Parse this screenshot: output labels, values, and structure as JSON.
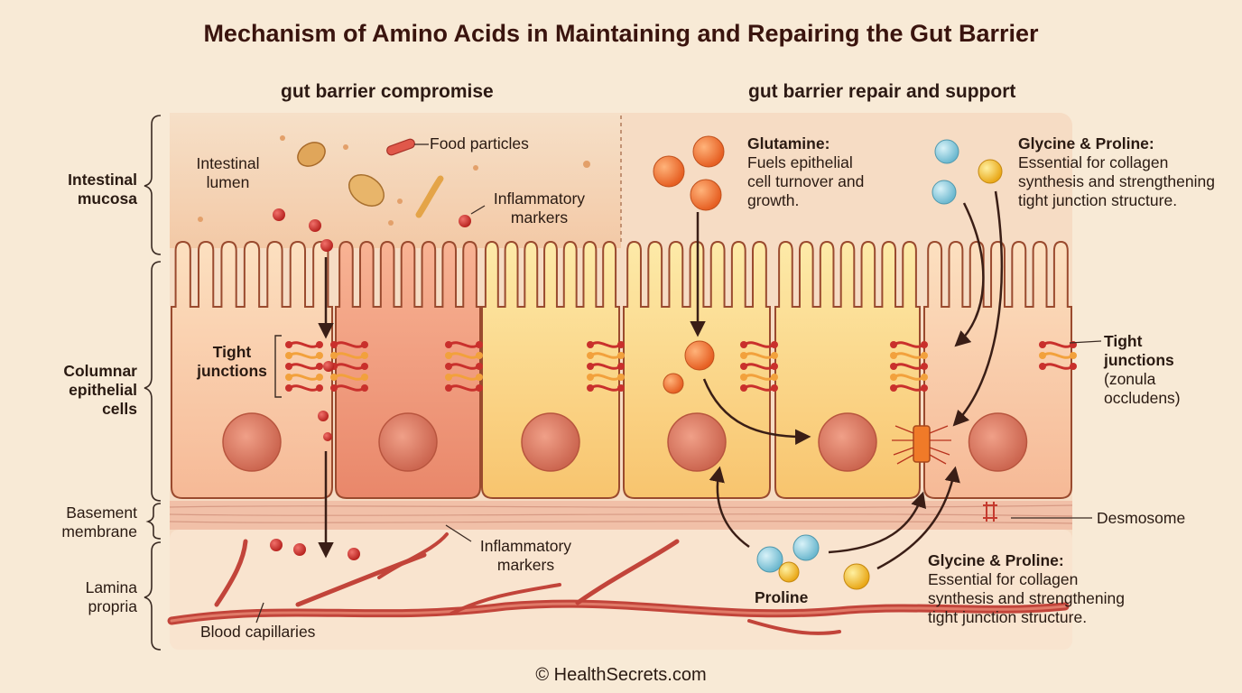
{
  "title": "Mechanism of Amino Acids in Maintaining and Repairing the Gut Barrier",
  "left_heading": "gut barrier compromise",
  "right_heading": "gut barrier repair and support",
  "layers": {
    "mucosa": [
      "Intestinal",
      "mucosa"
    ],
    "epithelial": [
      "Columnar",
      "epithelial",
      "cells"
    ],
    "basement": [
      "Basement",
      "membrane"
    ],
    "lamina": [
      "Lamina",
      "propria"
    ]
  },
  "labels": {
    "lumen": [
      "Intestinal",
      "lumen"
    ],
    "food": "Food particles",
    "inflammatory_top": [
      "Inflammatory",
      "markers"
    ],
    "tight_left": [
      "Tight",
      "junctions"
    ],
    "inflammatory_bottom": [
      "Inflammatory",
      "markers"
    ],
    "capillaries": "Blood capillaries",
    "tight_right": [
      "Tight",
      "junctions",
      "(zonula",
      "occludens)"
    ],
    "desmosome": "Desmosome",
    "proline": "Proline"
  },
  "glutamine": {
    "name": "Glutamine:",
    "text": [
      "Fuels epithelial",
      "cell turnover and",
      "growth."
    ]
  },
  "glycine_top": {
    "name": "Glycine & Proline:",
    "text": [
      "Essential for collagen",
      "synthesis and strengthening",
      "tight junction structure."
    ]
  },
  "glycine_bottom": {
    "name": "Glycine & Proline:",
    "text": [
      "Essential for collagen",
      "synthesis and strengthening",
      "tight junction structure."
    ]
  },
  "credit": "© HealthSecrets.com",
  "colors": {
    "background": "#f8ead6",
    "cell_outline": "#9a4a2e",
    "cell_fill_light": "#fbd7b0",
    "cell_fill_red": "#ef9a7a",
    "cell_fill_yellow": "#fde29a",
    "nucleus": "#d9735a",
    "junction_red": "#c9302c",
    "junction_orange": "#f2a13c",
    "arrow": "#3a1e16",
    "glutamine": "#ef7a3a",
    "glycine": "#8fd0e0",
    "proline": "#f7c53c",
    "capillary": "#c84a3a"
  }
}
